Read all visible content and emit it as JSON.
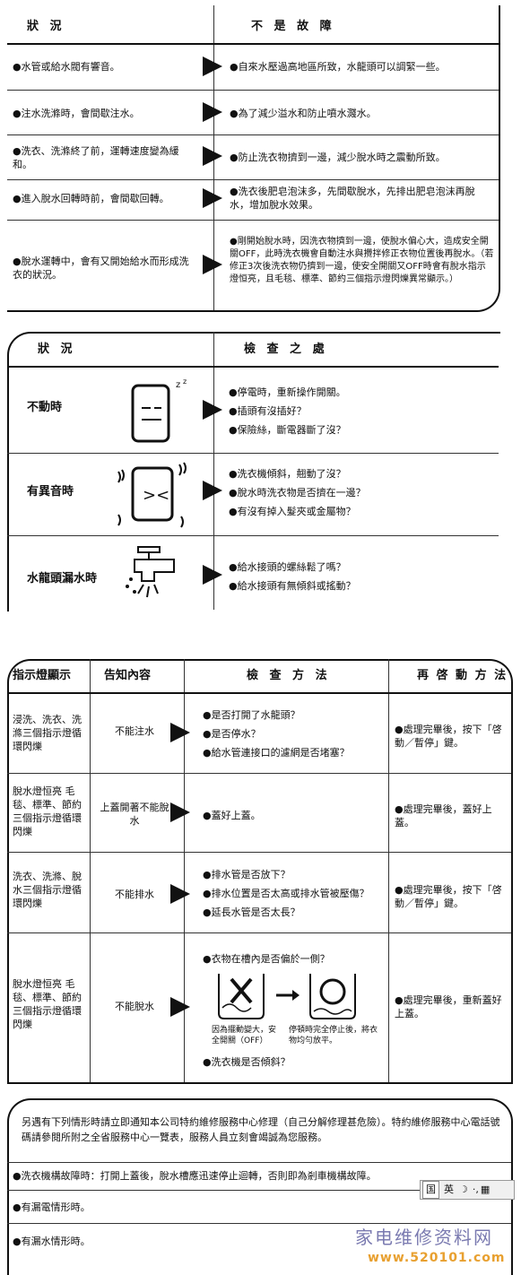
{
  "table1": {
    "col_status": "狀 況",
    "col_not_fault": "不 是 故 障",
    "rows": [
      {
        "status": "●水管或給水閥有響音。",
        "explain": "●自來水壓過高地區所致，水龍頭可以調緊一些。"
      },
      {
        "status": "●注水洗滌時，會間歇注水。",
        "explain": "●為了減少溢水和防止噴水濺水。"
      },
      {
        "status": "●洗衣、洗滌終了前，運轉速度變為緩和。",
        "explain": "●防止洗衣物擠到一邊，減少脫水時之震動所致。"
      },
      {
        "status": "●進入脫水回轉時前，會間歇回轉。",
        "explain": "●洗衣後肥皂泡沫多，先間歇脫水，先排出肥皂泡沫再脫水，增加脫水效果。"
      },
      {
        "status": "●脫水運轉中，會有又開始給水而形成洗衣的狀況。",
        "explain": "●剛開始脫水時，因洗衣物擠到一邊，使脫水偏心大，造成安全開關OFF，此時洗衣機會自動注水與攪拌修正衣物位置後再脫水。（若修正3次後洗衣物仍擠到一邊，使安全開關又OFF時會有脫水指示燈恒亮，且毛毯、標準、節約三個指示燈閃爍異常顯示。）"
      }
    ]
  },
  "table2": {
    "col_status": "狀 況",
    "col_check": "檢 查 之 處",
    "rows": [
      {
        "status": "不動時",
        "icon": "sleeping-washer-icon",
        "checks": [
          "●停電時，重新操作開關。",
          "●插頭有沒插好？",
          "●保險絲，斷電器斷了沒？"
        ]
      },
      {
        "status": "有異音時",
        "icon": "noisy-washer-icon",
        "checks": [
          "●洗衣機傾斜，翹動了沒？",
          "●脫水時洗衣物是否擠在一邊？",
          "●有沒有掉入髮夾或金屬物？"
        ]
      },
      {
        "status": "水龍頭漏水時",
        "icon": "leaking-faucet-icon",
        "checks": [
          "●給水接頭的螺絲鬆了嗎？",
          "●給水接頭有無傾斜或搖動？"
        ]
      }
    ]
  },
  "table3": {
    "col_indicator": "指示燈顯示",
    "col_notice": "告知內容",
    "col_method": "檢 查 方 法",
    "col_restart": "再 啓 動 方 法",
    "rows": [
      {
        "indicator": "浸洗、洗衣、洗滌三個指示燈循環閃爍",
        "notice": "不能注水",
        "methods": [
          "●是否打開了水龍頭？",
          "●是否停水？",
          "●給水管連接口的濾網是否堵塞？"
        ],
        "restart": "●處理完畢後，按下「啓動／暫停」鍵。"
      },
      {
        "indicator": "脫水燈恒亮 毛毯、標準、節約三個指示燈循環閃爍",
        "notice": "上蓋開著不能脫水",
        "methods": [
          "●蓋好上蓋。"
        ],
        "restart": "●處理完畢後，蓋好上蓋。"
      },
      {
        "indicator": "洗衣、洗滌、脫水三個指示燈循環閃爍",
        "notice": "不能排水",
        "methods": [
          "●排水管是否放下？",
          "●排水位置是否太高或排水管被壓傷？",
          "●延長水管是否太長？"
        ],
        "restart": "●處理完畢後，按下「啓動／暫停」鍵。"
      },
      {
        "indicator": "脫水燈恒亮 毛毯、標準、節約三個指示燈循環閃爍",
        "notice": "不能脫水",
        "methods": [
          "●衣物在槽內是否偏於一側？",
          "●洗衣機是否傾斜？"
        ],
        "restart": "●處理完畢後，重新蓋好上蓋。",
        "diagram": {
          "left_caption": "因為擺動變大，安全開關（OFF）",
          "right_caption": "停頓時完全停止後，將衣物均勻放平。"
        }
      }
    ]
  },
  "notice": {
    "intro": "另遇有下列情形時請立即通知本公司特約維修服務中心修理（自己分解修理甚危險）。特約維修服務中心電話號碼請參閱所附之全省服務中心一覽表，服務人員立刻會竭誠為您服務。",
    "items": [
      "●洗衣機構故障時：打開上蓋後，脫水槽應迅速停止迴轉，否則即為剎車機構故障。",
      "●有漏電情形時。",
      "●有漏水情形時。"
    ]
  },
  "ime_bar": {
    "lang1": "国",
    "lang2": "英"
  },
  "watermark": {
    "title": "家电维修资料网",
    "url": "www.520101.com"
  }
}
